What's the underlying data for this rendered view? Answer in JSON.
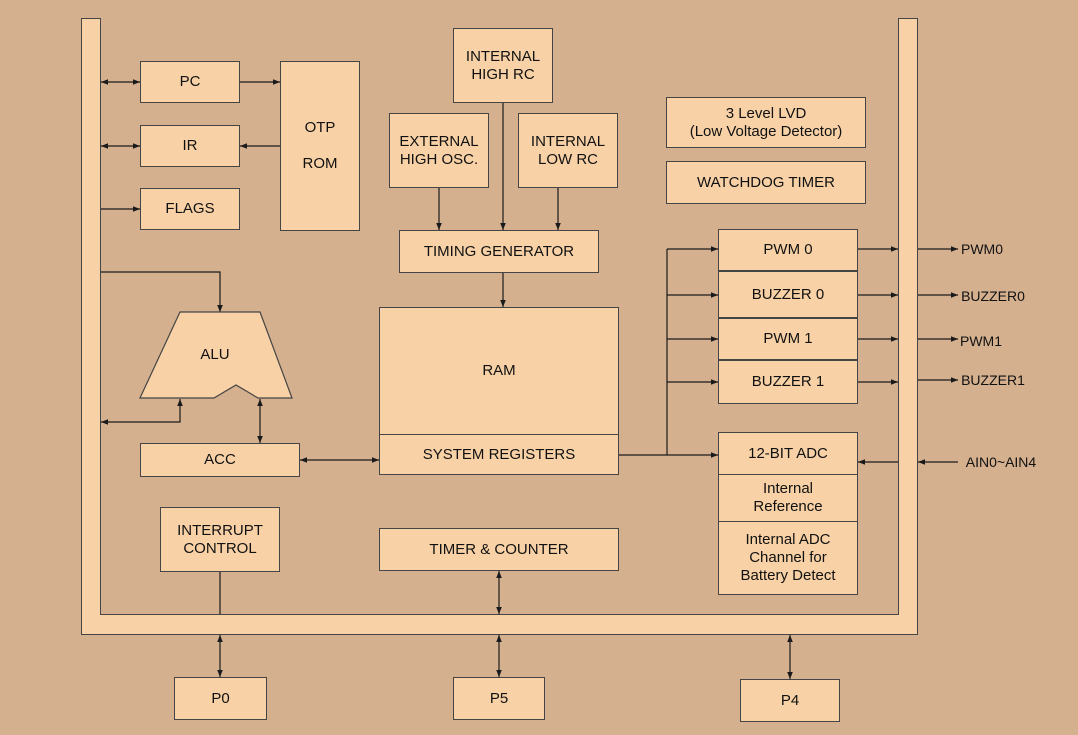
{
  "blocks": {
    "pc": "PC",
    "ir": "IR",
    "flags": "FLAGS",
    "otp_rom_line1": "OTP",
    "otp_rom_line2": "ROM",
    "internal_high_rc": "INTERNAL\nHIGH RC",
    "external_high_osc": "EXTERNAL\nHIGH OSC.",
    "internal_low_rc": "INTERNAL\nLOW RC",
    "timing_generator": "TIMING GENERATOR",
    "lvd": "3 Level LVD\n(Low Voltage Detector)",
    "watchdog_timer": "WATCHDOG TIMER",
    "alu": "ALU",
    "acc": "ACC",
    "ram": "RAM",
    "system_registers": "SYSTEM REGISTERS",
    "pwm0": "PWM 0",
    "buzzer0": "BUZZER 0",
    "pwm1": "PWM 1",
    "buzzer1": "BUZZER 1",
    "adc_12bit": "12-BIT ADC",
    "internal_reference": "Internal\nReference",
    "internal_adc_channel": "Internal ADC\nChannel for\nBattery Detect",
    "interrupt_control": "INTERRUPT\nCONTROL",
    "timer_counter": "TIMER & COUNTER",
    "p0": "P0",
    "p5": "P5",
    "p4": "P4"
  },
  "signals": {
    "pwm0_out": "PWM0",
    "buzzer0_out": "BUZZER0",
    "pwm1_out": "PWM1",
    "buzzer1_out": "BUZZER1",
    "ain_in": "AIN0~AIN4"
  },
  "colors": {
    "background": "#d4b08f",
    "block_fill": "#f8d2a6",
    "line": "#1a1a1a"
  }
}
